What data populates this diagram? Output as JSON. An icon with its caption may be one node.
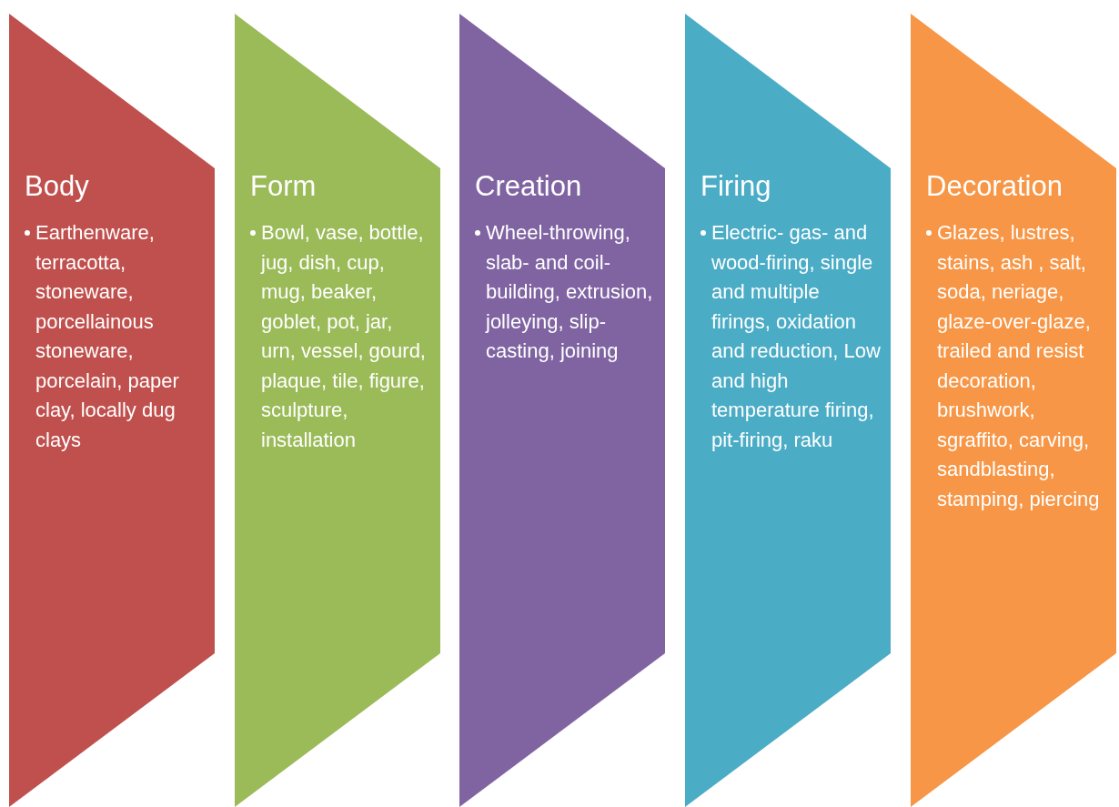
{
  "diagram": {
    "nodes": [
      {
        "text": [
          "Body",
          "Earthenware, terracotta, stoneware, porcellainous stoneware, porcelain, paper clay, locally dug clays"
        ]
      },
      {
        "text": [
          "Form",
          "Bowl, vase, bottle, jug, dish, cup, mug, beaker, goblet, pot, jar, urn, vessel, gourd, plaque, tile, figure, sculpture, installation"
        ]
      },
      {
        "text": [
          "Creation",
          "Wheel-throwing, slab- and coil-building, extrusion, jolleying, slip-casting, joining"
        ]
      },
      {
        "text": [
          "Firing",
          "Electric- gas- and wood-firing, single and multiple firings, oxidation and reduction, Low and high temperature firing, pit-firing, raku"
        ]
      },
      {
        "text": [
          "Decoration",
          "Glazes, lustres, stains, ash , salt, soda, neriage, glaze-over-glaze, trailed and resist decoration, brushwork, sgraffito, carving, sandblasting, stamping, piercing"
        ]
      }
    ]
  }
}
